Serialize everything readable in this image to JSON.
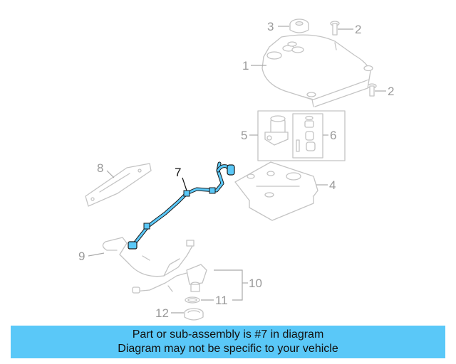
{
  "diagram": {
    "highlight_color": "#5ac8f8",
    "active_callout": "7",
    "callouts": {
      "c1": "1",
      "c2a": "2",
      "c2b": "2",
      "c3": "3",
      "c4": "4",
      "c5": "5",
      "c6": "6",
      "c7": "7",
      "c8": "8",
      "c9": "9",
      "c10": "10",
      "c11": "11",
      "c12": "12"
    }
  },
  "banner": {
    "line1": "Part or sub-assembly is #7 in diagram",
    "line2": "Diagram may not be specific to your vehicle",
    "background": "#5ac8f8"
  }
}
